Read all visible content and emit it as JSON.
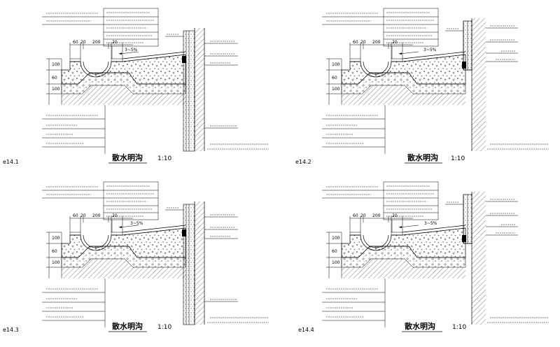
{
  "panels": [
    {
      "code": "e14.1",
      "title": "散水明沟",
      "scale": "1:10",
      "slope": "3~5%",
      "dims_top": [
        "60",
        "20",
        "200",
        "20"
      ],
      "dims_side": [
        "100",
        "60",
        "100"
      ]
    },
    {
      "code": "e14.2",
      "title": "散水明沟",
      "scale": "1:10",
      "slope": "3~5%",
      "dims_top": [
        "60",
        "20",
        "200",
        "20"
      ],
      "dims_side": [
        "100",
        "60",
        "100"
      ]
    },
    {
      "code": "e14.3",
      "title": "散水明沟",
      "scale": "1:10",
      "slope": "3~5%",
      "dims_top": [
        "60",
        "20",
        "200",
        "20"
      ],
      "dims_side": [
        "100",
        "60",
        "100"
      ]
    },
    {
      "code": "e14.4",
      "title": "散水明沟",
      "scale": "1:10",
      "slope": "3~5%",
      "dims_top": [
        "60",
        "20",
        "200",
        "20"
      ],
      "dims_side": [
        "100",
        "60",
        "100"
      ]
    }
  ]
}
